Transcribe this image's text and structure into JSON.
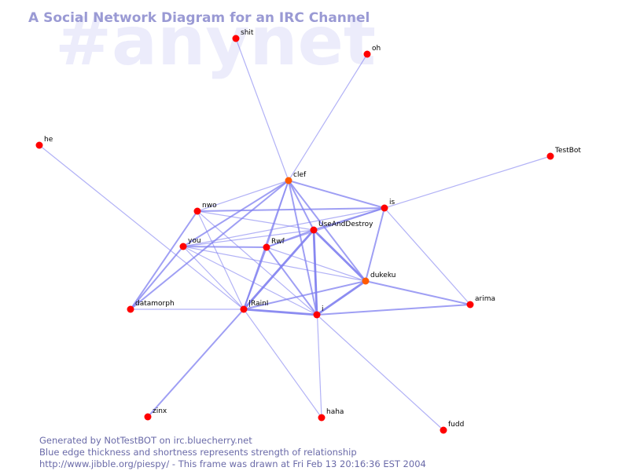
{
  "watermark": "#anynet",
  "title": "A Social Network Diagram for an IRC Channel",
  "footer": [
    "Generated by NotTestBOT on irc.bluecherry.net",
    "Blue edge thickness and shortness represents strength of relationship",
    "http://www.jibble.org/piespy/ - This frame was drawn at Fri Feb 13 20:16:36 EST 2004"
  ],
  "colors": {
    "edge": "#7f7ff0",
    "node": "#ff0000",
    "node_hot": "#ff5a00",
    "title": "#9a9ad4",
    "footer": "#6a6aa8"
  },
  "nodes": [
    {
      "id": "shit",
      "label": "shit"
    },
    {
      "id": "oh",
      "label": "oh"
    },
    {
      "id": "he",
      "label": "he"
    },
    {
      "id": "TestBot",
      "label": "TestBot"
    },
    {
      "id": "clef",
      "label": "clef",
      "hot": true
    },
    {
      "id": "nwo",
      "label": "nwo"
    },
    {
      "id": "is",
      "label": "is"
    },
    {
      "id": "UseAndDestroy",
      "label": "UseAndDestroy"
    },
    {
      "id": "you",
      "label": "you"
    },
    {
      "id": "Rwf",
      "label": "Rwf"
    },
    {
      "id": "dukeku",
      "label": "dukeku",
      "hot": true
    },
    {
      "id": "datamorph",
      "label": "datamorph"
    },
    {
      "id": "IRainI",
      "label": "|RainI"
    },
    {
      "id": "i",
      "label": "i"
    },
    {
      "id": "arima",
      "label": "arima"
    },
    {
      "id": "zinx",
      "label": "zinx"
    },
    {
      "id": "haha",
      "label": "haha"
    },
    {
      "id": "fudd",
      "label": "fudd"
    }
  ],
  "edges": [
    {
      "source": "shit",
      "target": "clef",
      "strength": 1
    },
    {
      "source": "oh",
      "target": "clef",
      "strength": 1
    },
    {
      "source": "he",
      "target": "IRainI",
      "strength": 1
    },
    {
      "source": "TestBot",
      "target": "is",
      "strength": 1
    },
    {
      "source": "clef",
      "target": "nwo",
      "strength": 1
    },
    {
      "source": "clef",
      "target": "is",
      "strength": 2
    },
    {
      "source": "clef",
      "target": "UseAndDestroy",
      "strength": 2
    },
    {
      "source": "clef",
      "target": "you",
      "strength": 2
    },
    {
      "source": "clef",
      "target": "Rwf",
      "strength": 1
    },
    {
      "source": "clef",
      "target": "dukeku",
      "strength": 2
    },
    {
      "source": "clef",
      "target": "datamorph",
      "strength": 2
    },
    {
      "source": "clef",
      "target": "IRainI",
      "strength": 2
    },
    {
      "source": "clef",
      "target": "i",
      "strength": 2
    },
    {
      "source": "nwo",
      "target": "is",
      "strength": 2
    },
    {
      "source": "nwo",
      "target": "UseAndDestroy",
      "strength": 1
    },
    {
      "source": "nwo",
      "target": "datamorph",
      "strength": 2
    },
    {
      "source": "nwo",
      "target": "IRainI",
      "strength": 1
    },
    {
      "source": "nwo",
      "target": "i",
      "strength": 1
    },
    {
      "source": "is",
      "target": "UseAndDestroy",
      "strength": 2
    },
    {
      "source": "is",
      "target": "Rwf",
      "strength": 1
    },
    {
      "source": "is",
      "target": "dukeku",
      "strength": 2
    },
    {
      "source": "is",
      "target": "arima",
      "strength": 1
    },
    {
      "source": "is",
      "target": "you",
      "strength": 1
    },
    {
      "source": "UseAndDestroy",
      "target": "you",
      "strength": 1
    },
    {
      "source": "UseAndDestroy",
      "target": "Rwf",
      "strength": 2
    },
    {
      "source": "UseAndDestroy",
      "target": "dukeku",
      "strength": 3
    },
    {
      "source": "UseAndDestroy",
      "target": "IRainI",
      "strength": 3
    },
    {
      "source": "UseAndDestroy",
      "target": "i",
      "strength": 3
    },
    {
      "source": "UseAndDestroy",
      "target": "haha",
      "strength": 1
    },
    {
      "source": "you",
      "target": "Rwf",
      "strength": 2
    },
    {
      "source": "you",
      "target": "dukeku",
      "strength": 1
    },
    {
      "source": "you",
      "target": "datamorph",
      "strength": 2
    },
    {
      "source": "you",
      "target": "i",
      "strength": 1
    },
    {
      "source": "you",
      "target": "IRainI",
      "strength": 1
    },
    {
      "source": "Rwf",
      "target": "IRainI",
      "strength": 2
    },
    {
      "source": "Rwf",
      "target": "i",
      "strength": 2
    },
    {
      "source": "Rwf",
      "target": "dukeku",
      "strength": 1
    },
    {
      "source": "dukeku",
      "target": "i",
      "strength": 3
    },
    {
      "source": "dukeku",
      "target": "IRainI",
      "strength": 2
    },
    {
      "source": "dukeku",
      "target": "arima",
      "strength": 2
    },
    {
      "source": "datamorph",
      "target": "IRainI",
      "strength": 1
    },
    {
      "source": "IRainI",
      "target": "i",
      "strength": 3
    },
    {
      "source": "IRainI",
      "target": "zinx",
      "strength": 2
    },
    {
      "source": "IRainI",
      "target": "haha",
      "strength": 1
    },
    {
      "source": "i",
      "target": "arima",
      "strength": 2
    },
    {
      "source": "i",
      "target": "fudd",
      "strength": 1
    }
  ]
}
